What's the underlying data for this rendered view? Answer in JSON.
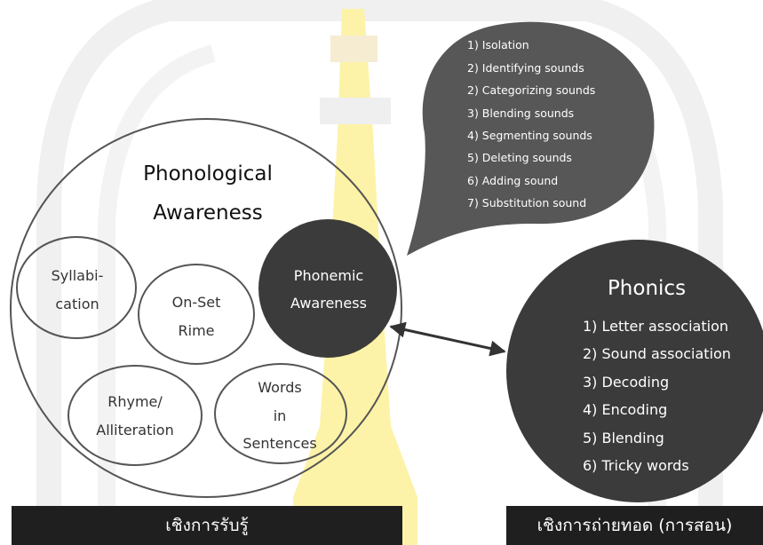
{
  "phonological": {
    "title_line1": "Phonological",
    "title_line2": "Awareness",
    "syllabication": [
      "Syllabi-",
      "cation"
    ],
    "onset_rime": [
      "On-Set",
      "Rime"
    ],
    "rhyme": [
      "Rhyme/",
      "Alliteration"
    ],
    "words": [
      "Words",
      "in",
      "Sentences"
    ]
  },
  "phonemic": {
    "line1": "Phonemic",
    "line2": "Awareness"
  },
  "phonemic_skills": [
    "1) Isolation",
    "2) Identifying sounds",
    "2) Categorizing sounds",
    "3) Blending sounds",
    "4) Segmenting sounds",
    "5) Deleting sounds",
    "6) Adding sound",
    "7) Substitution sound"
  ],
  "phonics": {
    "title": "Phonics",
    "items": [
      "1) Letter association",
      "2) Sound association",
      "3) Decoding",
      "4) Encoding",
      "5) Blending",
      "6) Tricky words"
    ]
  },
  "footer": {
    "left": "เชิงการรับรู้",
    "right": "เชิงการถ่ายทอด (การสอน)"
  },
  "colors": {
    "dark_fill": "#3b3b3b",
    "bubble_fill": "#575757",
    "outline": "#555555",
    "bar": "#1f1f1f",
    "watermark_gray": "#eeeeee",
    "watermark_gold": "#fdf3a8"
  }
}
